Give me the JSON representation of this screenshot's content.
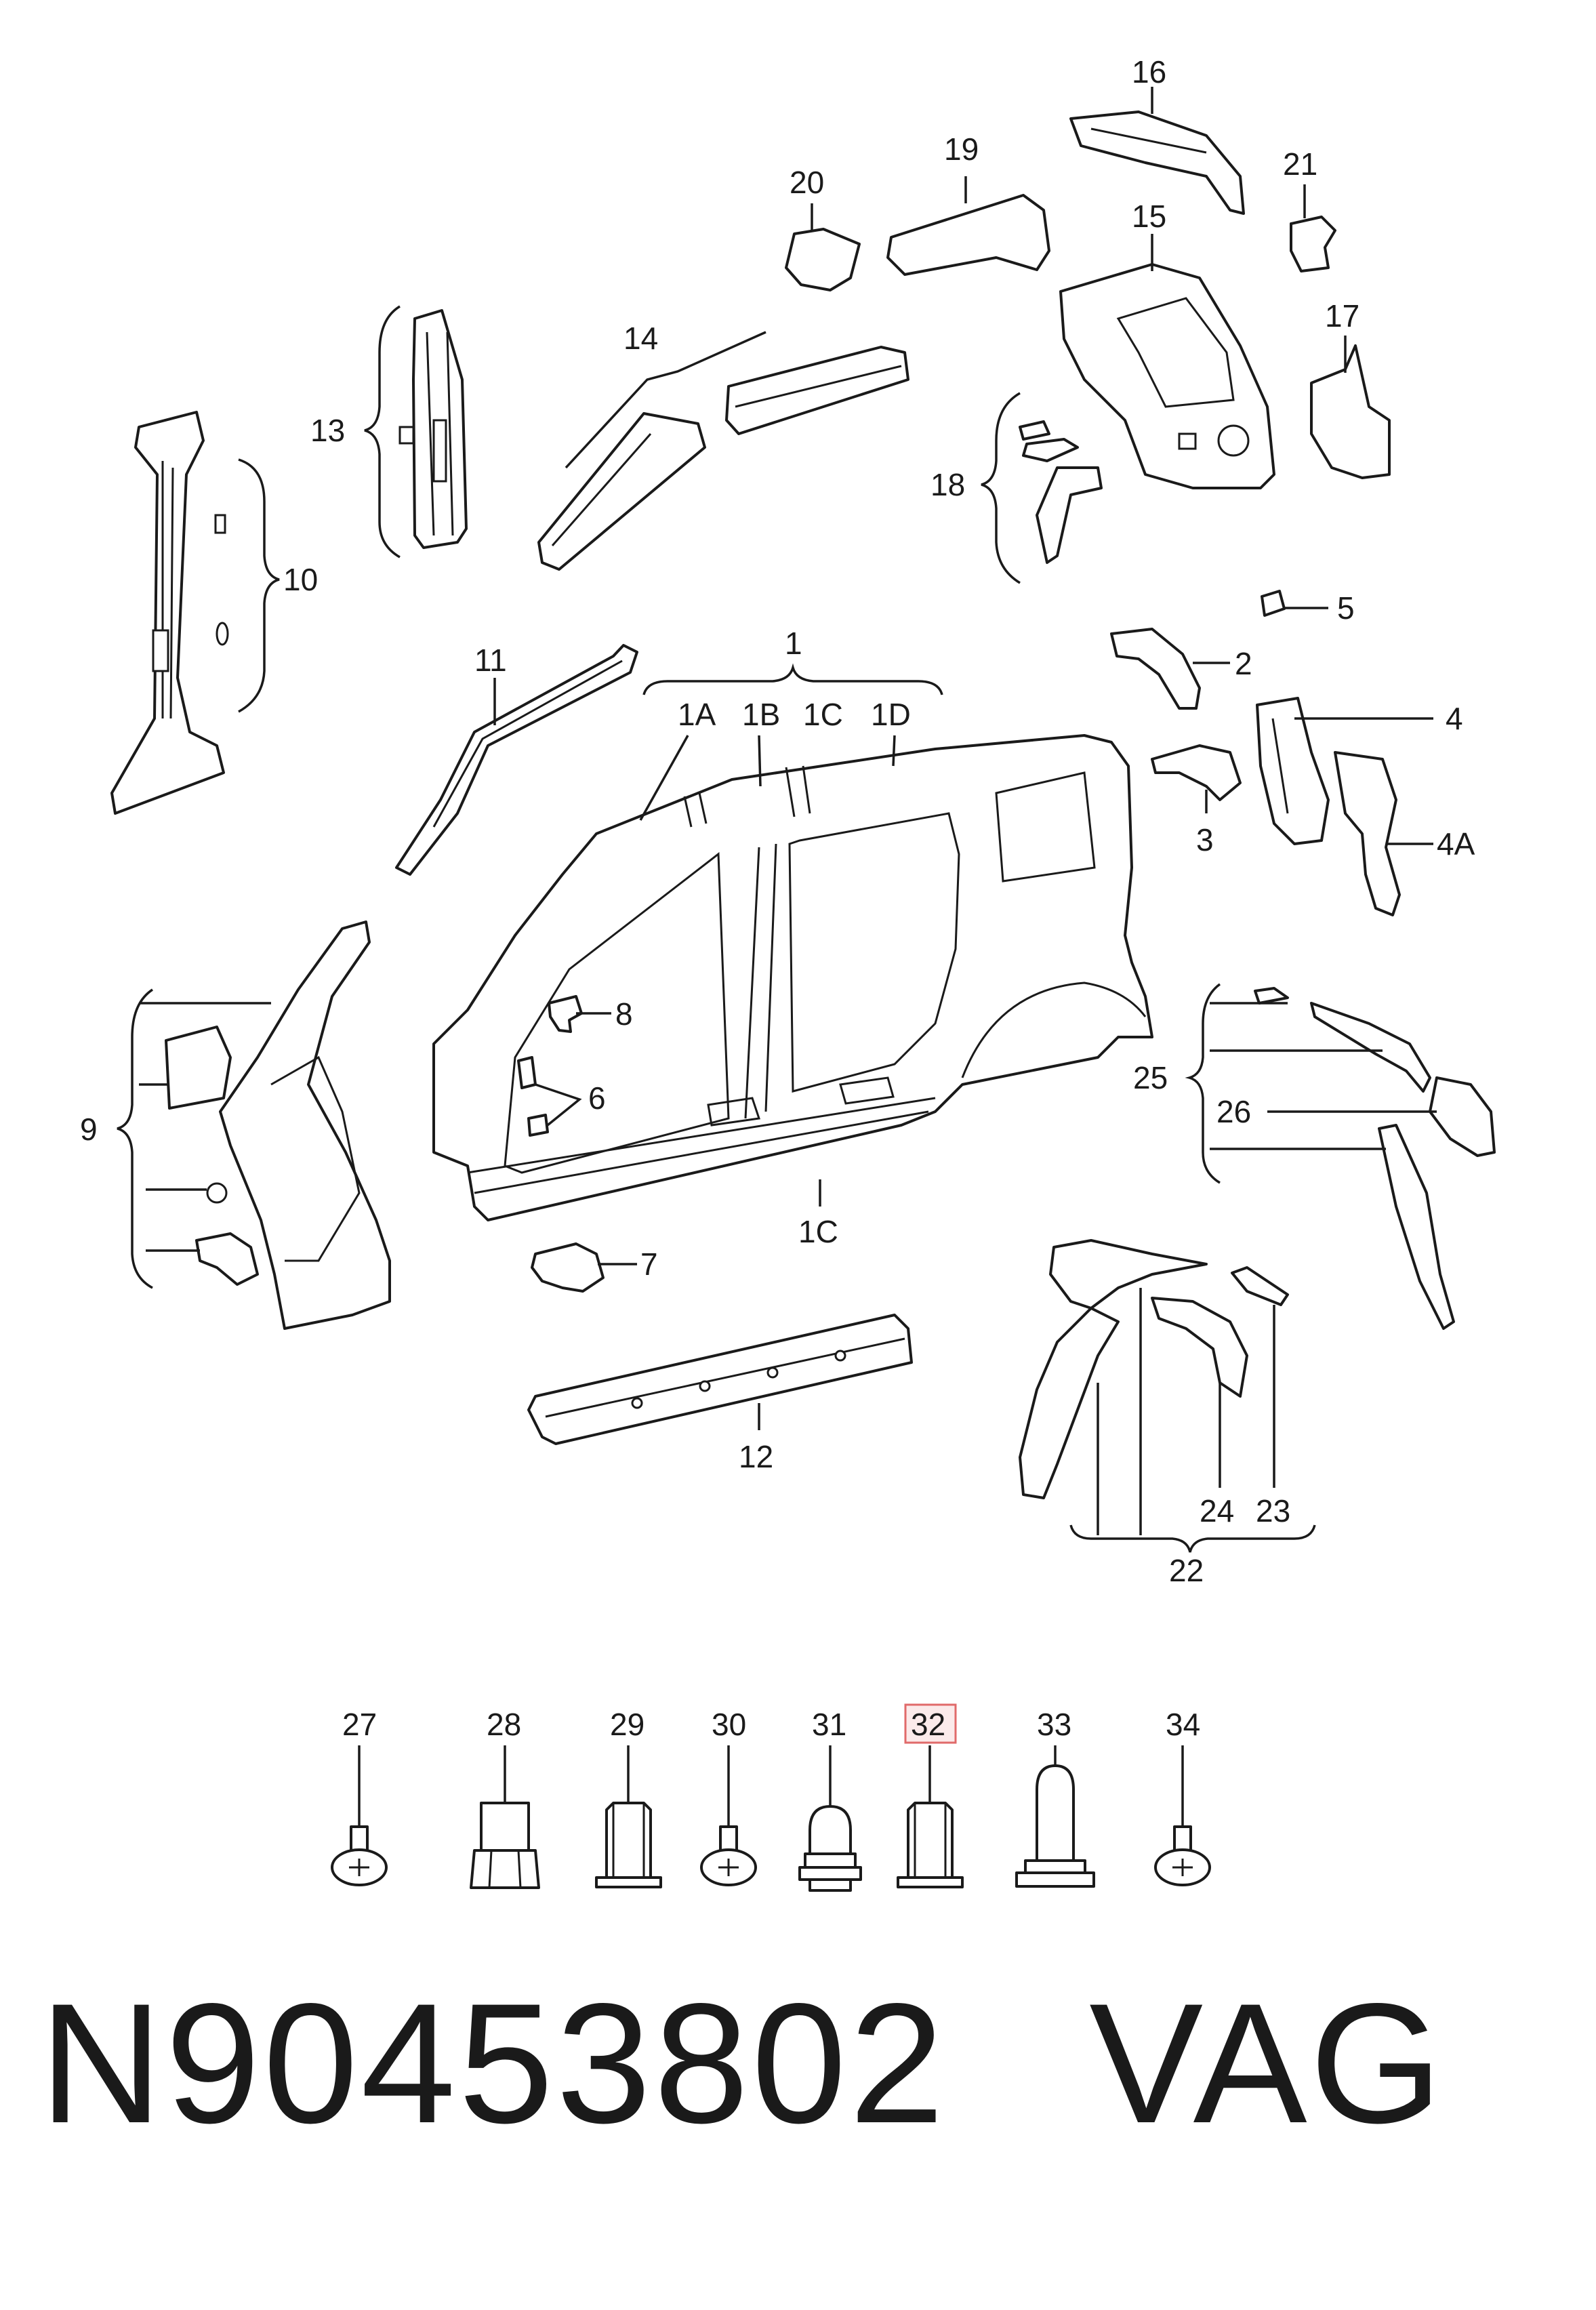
{
  "callouts": {
    "c1": "1",
    "c1A": "1A",
    "c1B": "1B",
    "c1C": "1C",
    "c1D": "1D",
    "c1C_sill": "1C",
    "c2": "2",
    "c3": "3",
    "c4": "4",
    "c4A": "4A",
    "c5": "5",
    "c6": "6",
    "c7": "7",
    "c8": "8",
    "c9": "9",
    "c10": "10",
    "c11": "11",
    "c12": "12",
    "c13": "13",
    "c14": "14",
    "c15": "15",
    "c16": "16",
    "c17": "17",
    "c18": "18",
    "c19": "19",
    "c20": "20",
    "c21": "21",
    "c22": "22",
    "c23": "23",
    "c24": "24",
    "c25": "25",
    "c26": "26"
  },
  "fasteners": [
    {
      "label": "27",
      "kind": "bolt"
    },
    {
      "label": "28",
      "kind": "hex-insert"
    },
    {
      "label": "29",
      "kind": "rivet-nut"
    },
    {
      "label": "30",
      "kind": "bolt"
    },
    {
      "label": "31",
      "kind": "weld-stud"
    },
    {
      "label": "32",
      "kind": "rivet-nut",
      "highlighted": true
    },
    {
      "label": "33",
      "kind": "flange-stud"
    },
    {
      "label": "34",
      "kind": "bolt"
    }
  ],
  "highlight_color": "#e06a6a",
  "footer": {
    "part_number": "N90453802",
    "brand": "VAG"
  }
}
